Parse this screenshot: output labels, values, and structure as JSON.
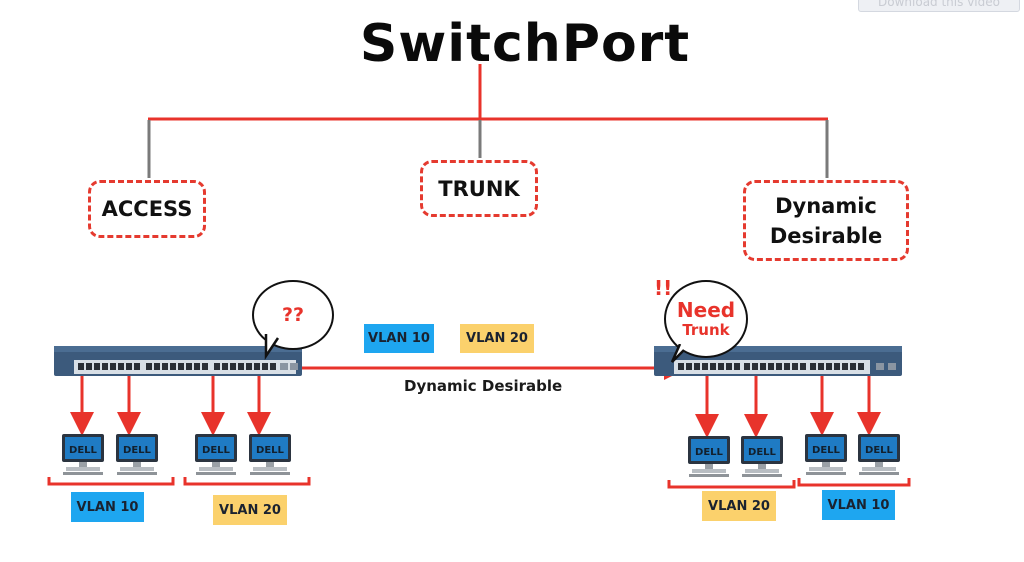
{
  "overlay": {
    "download_label": "Download this video"
  },
  "title": "SwitchPort",
  "modes": [
    {
      "label": "ACCESS"
    },
    {
      "label": "TRUNK"
    },
    {
      "label": "Dynamic Desirable"
    }
  ],
  "legend": [
    {
      "label": "VLAN 10",
      "color": "#1ea6f0"
    },
    {
      "label": "VLAN 20",
      "color": "#fbd16c"
    }
  ],
  "link_caption": "Dynamic Desirable",
  "left_switch": {
    "bubble_text": "??",
    "groups": [
      {
        "label": "VLAN 10",
        "pcs": [
          "DELL",
          "DELL"
        ]
      },
      {
        "label": "VLAN 20",
        "pcs": [
          "DELL",
          "DELL"
        ]
      }
    ]
  },
  "right_switch": {
    "alert": "!!",
    "bubble_line1": "Need",
    "bubble_line2": "Trunk",
    "groups": [
      {
        "label": "VLAN 20",
        "pcs": [
          "DELL",
          "DELL"
        ]
      },
      {
        "label": "VLAN 10",
        "pcs": [
          "DELL",
          "DELL"
        ]
      }
    ]
  },
  "colors": {
    "accent_red": "#e53a2f",
    "connector_gray": "#7a7a7a",
    "switch_blue": "#3c5a7c"
  }
}
